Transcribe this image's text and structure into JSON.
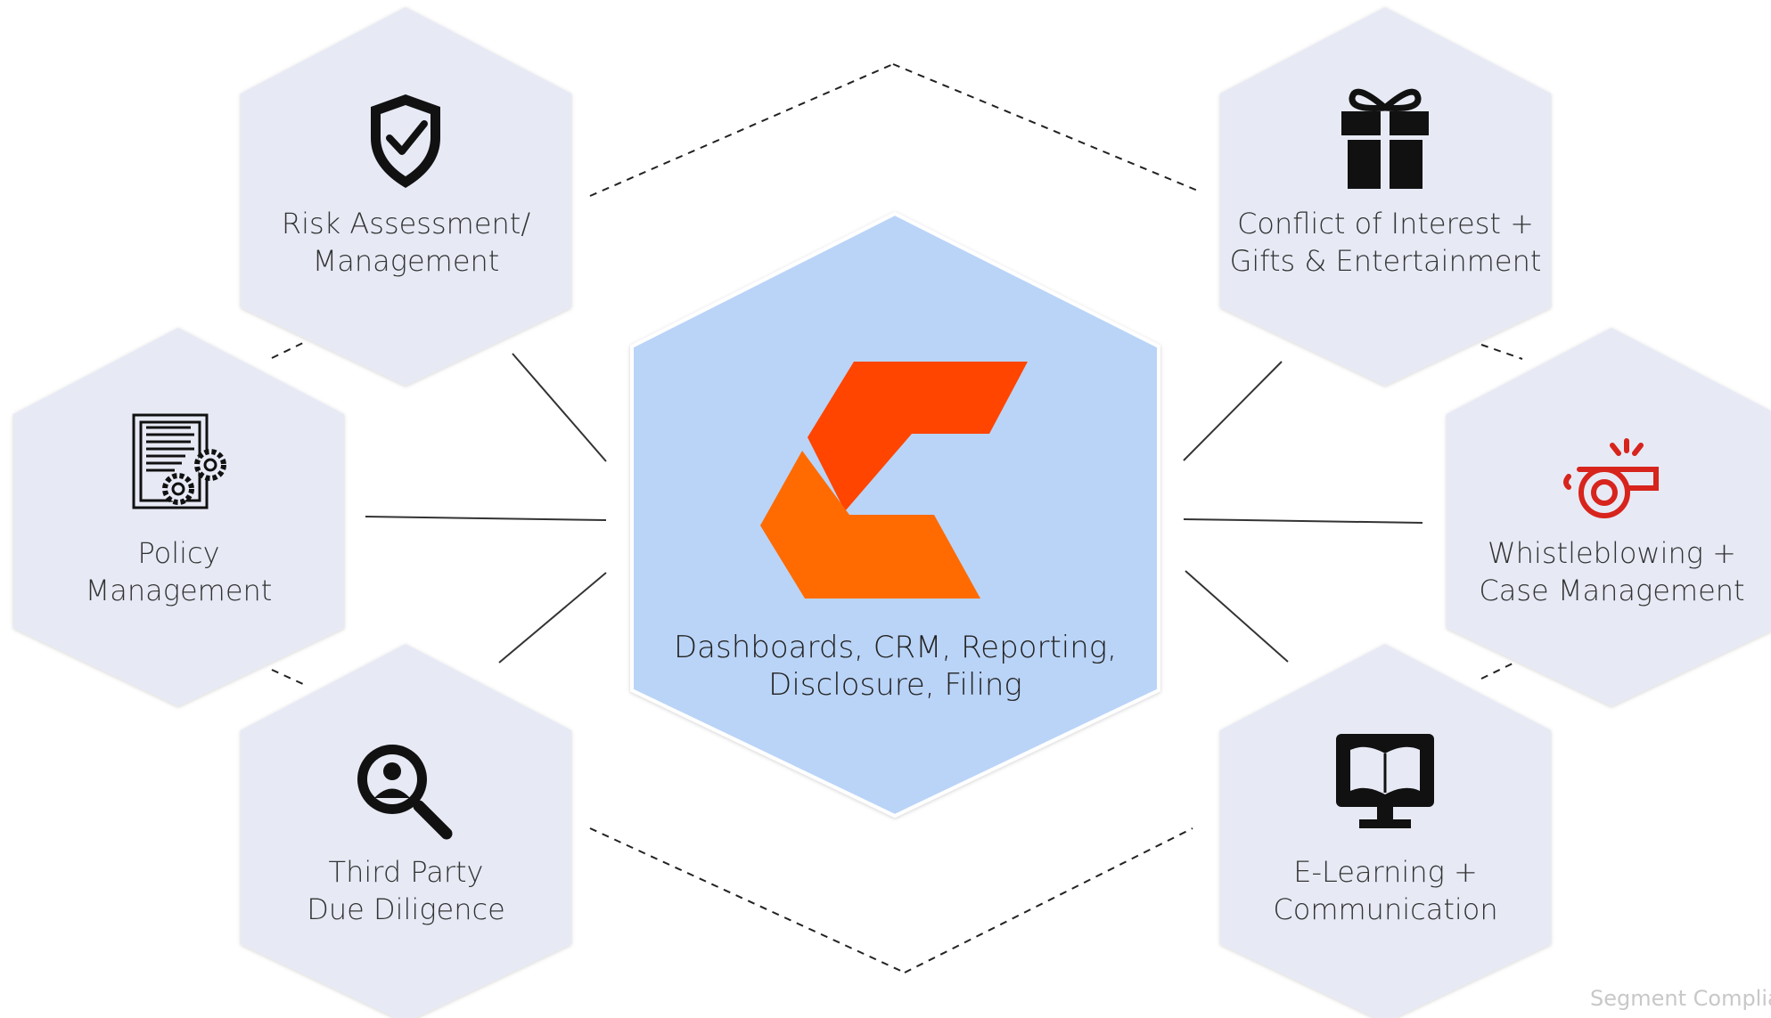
{
  "diagram": {
    "center": {
      "label_lines": [
        "Dashboards, CRM, Reporting,",
        "Disclosure, Filing"
      ],
      "icon": "logo-c-chevron-icon",
      "fill": "#bad4f7",
      "logo_colors": [
        "#ff4500",
        "#ff6b00"
      ]
    },
    "nodes": {
      "risk": {
        "label_lines": [
          "Risk Assessment/",
          "Management"
        ],
        "icon": "shield-check-icon"
      },
      "policy": {
        "label_lines": [
          "Policy",
          "Management"
        ],
        "icon": "document-gears-icon"
      },
      "third_party": {
        "label_lines": [
          "Third Party",
          "Due Diligence"
        ],
        "icon": "magnifier-person-icon"
      },
      "conflict": {
        "label_lines": [
          "Conflict of Interest +",
          "Gifts & Entertainment"
        ],
        "icon": "gift-icon"
      },
      "whistle": {
        "label_lines": [
          "Whistleblowing +",
          "Case Management"
        ],
        "icon": "whistle-icon",
        "icon_color": "#d7241c"
      },
      "elearning": {
        "label_lines": [
          "E-Learning +",
          "Communication"
        ],
        "icon": "monitor-book-icon"
      }
    },
    "node_fill": "#e7eaf5",
    "watermark": "Segment Complia"
  }
}
